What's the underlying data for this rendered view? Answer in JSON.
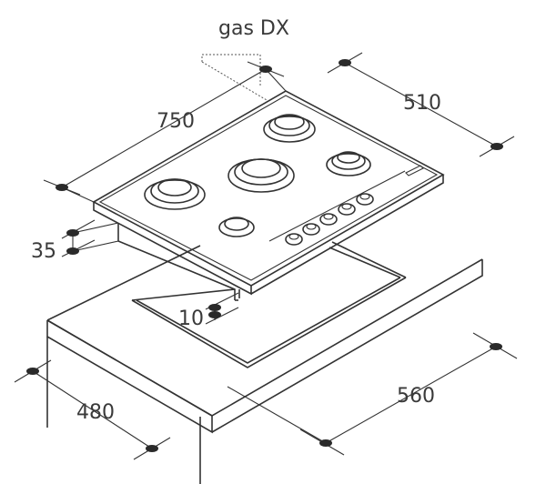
{
  "labels": {
    "gas_side": "gas DX",
    "width": "750",
    "depth": "510",
    "height": "35",
    "edge": "10",
    "cutout_width": "560",
    "cutout_depth": "480"
  }
}
